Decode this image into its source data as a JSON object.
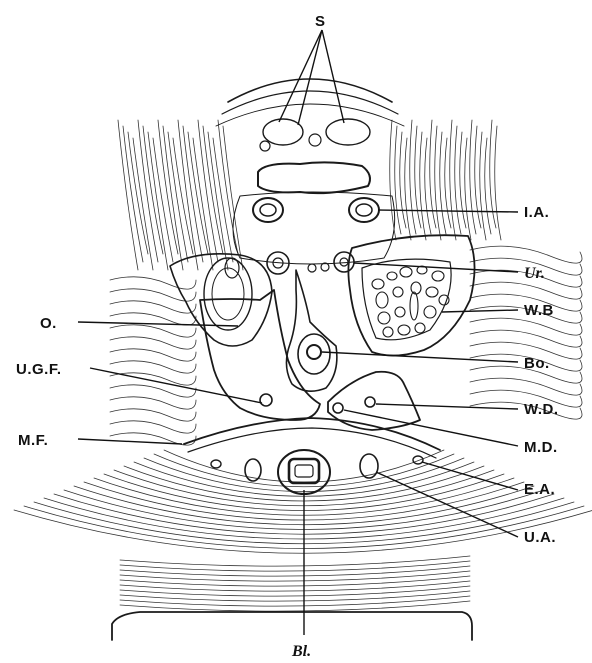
{
  "figure": {
    "labels": {
      "s": "S",
      "ia": "I.A.",
      "ur": "Ur.",
      "wb": "W.B",
      "bo": "Bo.",
      "wd": "W.D.",
      "md": "M.D.",
      "ea": "E.A.",
      "ua": "U.A.",
      "o": "O.",
      "ugf": "U.G.F.",
      "mf": "M.F.",
      "bl": "Bl."
    }
  }
}
